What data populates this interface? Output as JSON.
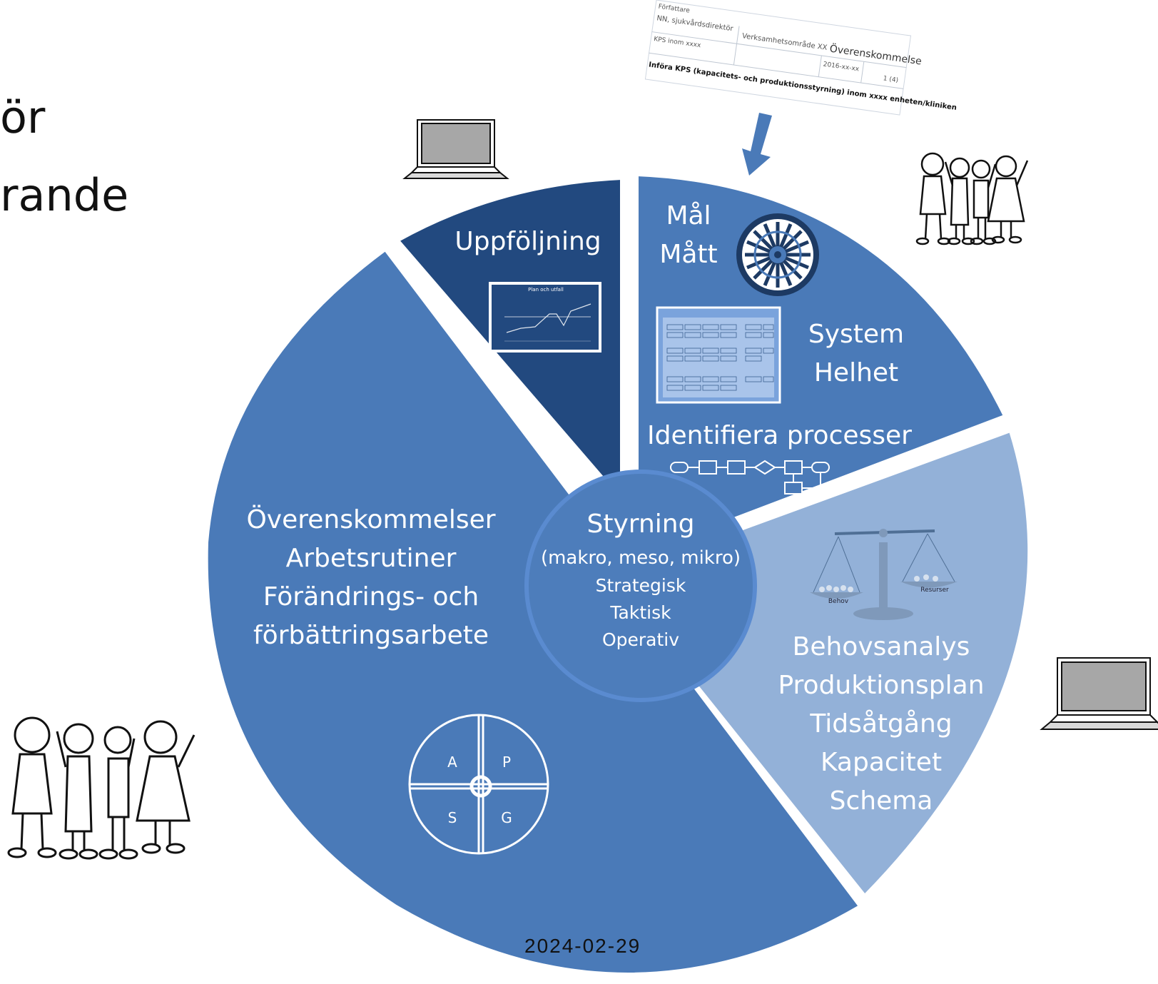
{
  "title_fragments": [
    "ör",
    "rande"
  ],
  "segments": {
    "uppfoljning": {
      "label": "Uppföljning",
      "chart_title": "Plan och utfall"
    },
    "mal": {
      "line1": "Mål",
      "line2": "Mått"
    },
    "system": {
      "line1": "System",
      "line2": "Helhet"
    },
    "processer": {
      "label": "Identifiera processer"
    },
    "overens": {
      "lines": [
        "Överenskommelser",
        "Arbetsrutiner",
        "Förändrings- och",
        "förbättringsarbete"
      ]
    },
    "behov": {
      "lines": [
        "Behovsanalys",
        "Produktionsplan",
        "Tidsåtgång",
        "Kapacitet",
        "Schema"
      ]
    }
  },
  "center": {
    "title": "Styrning",
    "subtitle": "(makro, meso, mikro)",
    "levels": [
      "Strategisk",
      "Taktisk",
      "Operativ"
    ]
  },
  "pdsa": {
    "a": "A",
    "p": "P",
    "s": "S",
    "g": "G"
  },
  "scale": {
    "left": "Behov",
    "right": "Resurser"
  },
  "document": {
    "heading": "Överenskommelse",
    "from_label": "Författare",
    "from": "NN, sjukvårdsdirektör",
    "area": "Verksamhetsområde XX",
    "ref": "KPS inom xxxx",
    "date": "2016-xx-xx",
    "page": "1 (4)",
    "subject": "Införa KPS (kapacitets- och produktionsstyrning) inom xxxx enheten/kliniken"
  },
  "date": "2024-02-29",
  "colors": {
    "dark": "#22497f",
    "mid": "#4a7ab8",
    "light": "#93b1d8",
    "center": "#4d7dbb",
    "ring": "#5a8bd0"
  },
  "icons": [
    "laptop-icon",
    "children-icon",
    "dartboard-icon",
    "scale-icon",
    "arrow-down-icon",
    "pdsa-cycle-icon"
  ]
}
